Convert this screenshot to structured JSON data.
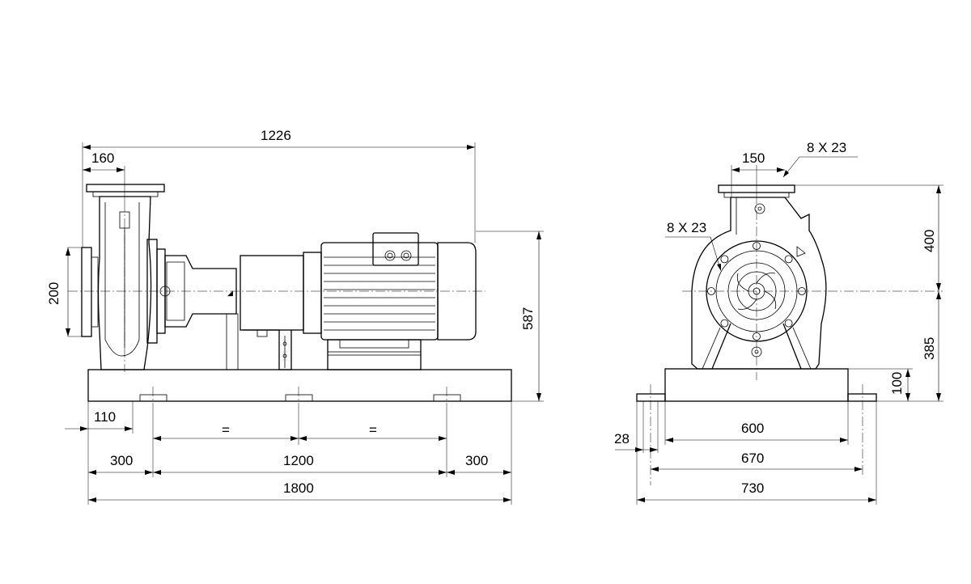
{
  "side_view": {
    "dimensions": {
      "overall_length": "1226",
      "pump_offset": "160",
      "suction_diameter": "200",
      "shaft_height_total": "587",
      "base_end_offset": "110",
      "left_bolt_offset": "300",
      "bolt_spacing": "1200",
      "right_bolt_offset": "300",
      "base_length": "1800",
      "equal_left": "=",
      "equal_right": "="
    }
  },
  "front_view": {
    "dimensions": {
      "discharge_offset": "150",
      "discharge_bolts": "8 X 23",
      "suction_bolts": "8 X 23",
      "discharge_height": "400",
      "shaft_height": "385",
      "base_height": "100",
      "foot_slot": "28",
      "bolt_inner": "600",
      "bolt_outer": "670",
      "base_width": "730"
    }
  }
}
